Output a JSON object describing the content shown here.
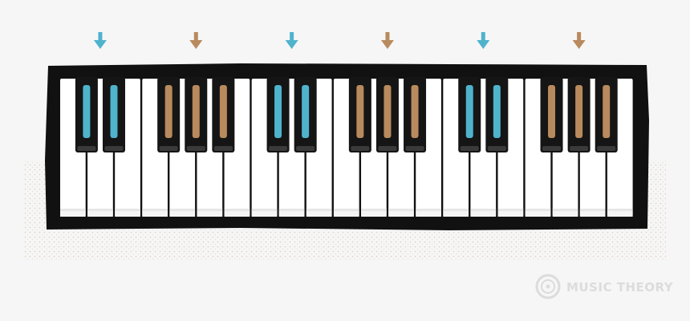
{
  "keyboard": {
    "white_key_count": 21,
    "black_key_pattern": [
      1,
      1,
      0,
      1,
      1,
      1,
      0
    ],
    "highlight_groups": [
      {
        "group": "two-black-keys",
        "color": "#4fb3cc",
        "octave": 1
      },
      {
        "group": "three-black-keys",
        "color": "#b88a5e",
        "octave": 1
      },
      {
        "group": "two-black-keys",
        "color": "#4fb3cc",
        "octave": 2
      },
      {
        "group": "three-black-keys",
        "color": "#b88a5e",
        "octave": 2
      },
      {
        "group": "two-black-keys",
        "color": "#4fb3cc",
        "octave": 3
      },
      {
        "group": "three-black-keys",
        "color": "#b88a5e",
        "octave": 3
      }
    ]
  },
  "colors": {
    "frame": "#111111",
    "white_key": "#ffffff",
    "white_key_shadow": "#e6e6e6",
    "black_key": "#151515",
    "blue_accent": "#4fb3cc",
    "brown_accent": "#b88a5e",
    "background": "#f6f6f6",
    "watermark": "#dcdcdc"
  },
  "watermark": {
    "text": "MUSIC THEORY",
    "icon": "vinyl-record-icon"
  }
}
